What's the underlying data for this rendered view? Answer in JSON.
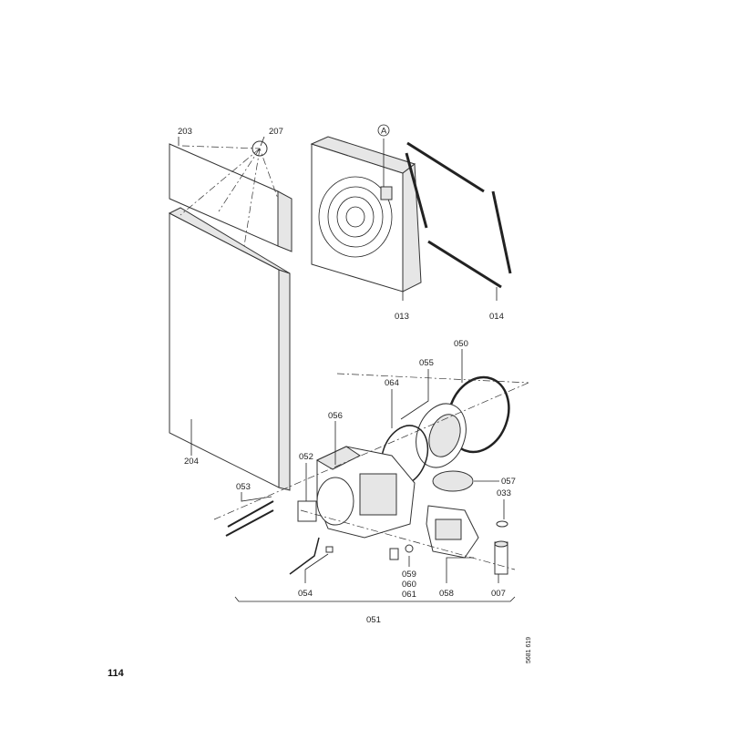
{
  "page_number": "114",
  "drawing_number": "5681 619",
  "detail_marker": "A",
  "labels": {
    "p203": "203",
    "p207": "207",
    "p013": "013",
    "p014": "014",
    "p204": "204",
    "p050": "050",
    "p055": "055",
    "p064": "064",
    "p056": "056",
    "p052": "052",
    "p057": "057",
    "p033": "033",
    "p053": "053",
    "p059": "059",
    "p060": "060",
    "p061": "061",
    "p058": "058",
    "p007": "007",
    "p054": "054",
    "p051": "051"
  }
}
